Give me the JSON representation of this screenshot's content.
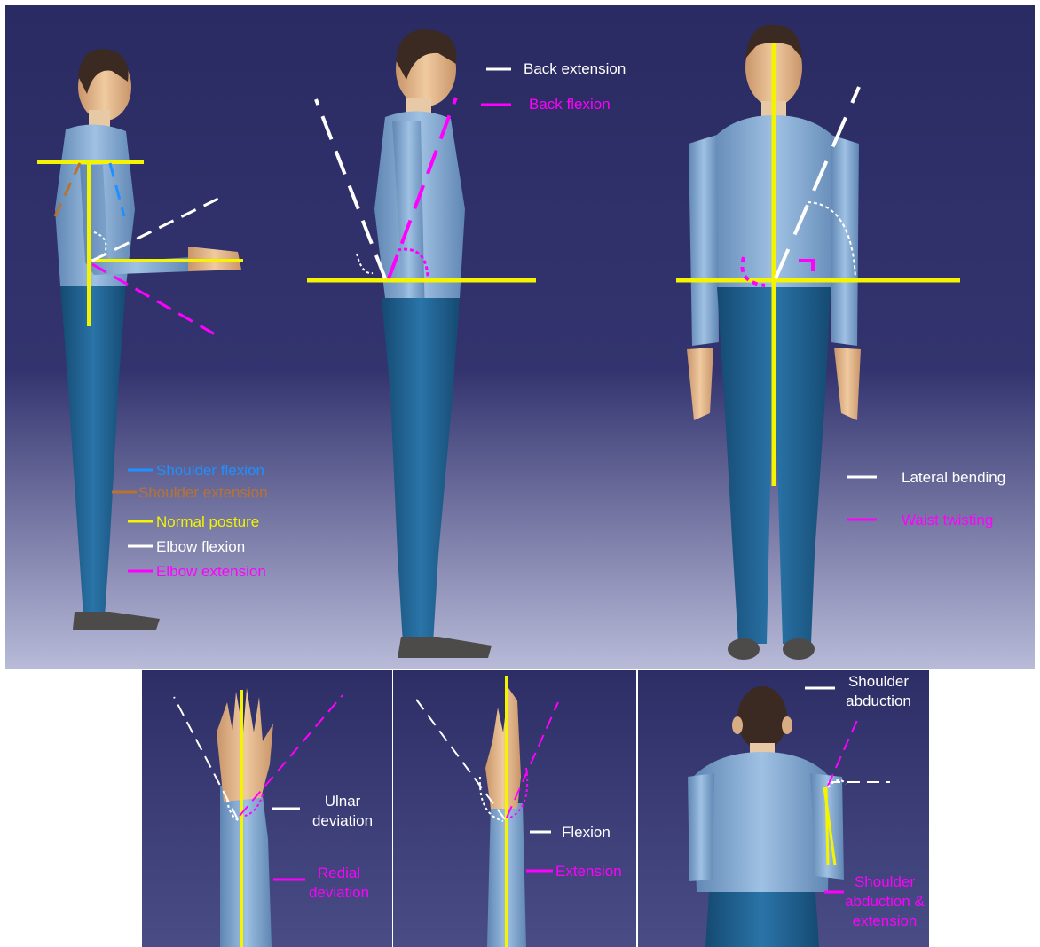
{
  "colors": {
    "background_top": "#2b2b63",
    "background_bottom": "#b8bad8",
    "normal_posture": "#f4f400",
    "flexion": "#ffffff",
    "extension": "#ff00ff",
    "shoulder_flexion": "#1e90ff",
    "shoulder_extension": "#b87333",
    "body": "#7fa6cf",
    "pants": "#1f5f8f",
    "skin": "#e2b98f",
    "hair": "#3a2a22"
  },
  "icons": [
    "side-view-figure",
    "front-view-figure",
    "back-view-figure",
    "hand-figure",
    "forearm-figure",
    "angle-arrow"
  ],
  "panels": {
    "shoulder_elbow": {
      "shoulder_flexion": "Shoulder flexion",
      "shoulder_extension": "Shoulder extension",
      "normal_posture": "Normal posture",
      "elbow_flexion": "Elbow flexion",
      "elbow_extension": "Elbow extension"
    },
    "back": {
      "back_extension": "Back extension",
      "back_flexion": "Back flexion"
    },
    "waist": {
      "lateral_bending": "Lateral bending",
      "waist_twisting": "Waist twisting"
    },
    "wrist_deviation": {
      "ulnar_deviation": "Ulnar deviation",
      "redial_deviation": "Redial deviation"
    },
    "wrist_flexion": {
      "flexion": "Flexion",
      "extension": "Extension"
    },
    "shoulder_abduction": {
      "shoulder_abduction": "Shoulder abduction",
      "shoulder_abduction_extension": "Shoulder abduction & extension"
    }
  }
}
